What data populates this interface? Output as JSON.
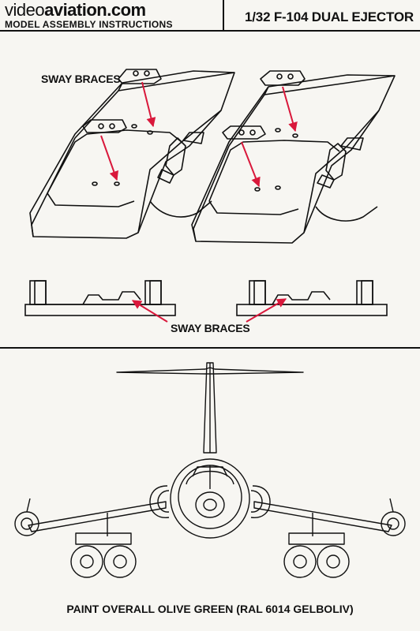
{
  "header": {
    "brand_prefix": "video",
    "brand_main": "aviation.com",
    "subtitle": "MODEL ASSEMBLY INSTRUCTIONS",
    "title": "1/32 F-104 DUAL EJECTOR"
  },
  "labels": {
    "sway_braces_top": "SWAY BRACES",
    "sway_braces_bottom": "SWAY BRACES"
  },
  "footer": {
    "paint_note": "PAINT OVERALL OLIVE GREEN (RAL 6014 GELBOLIV)"
  },
  "colors": {
    "ink": "#111111",
    "arrow": "#d9183b",
    "paper": "#f7f6f2"
  }
}
